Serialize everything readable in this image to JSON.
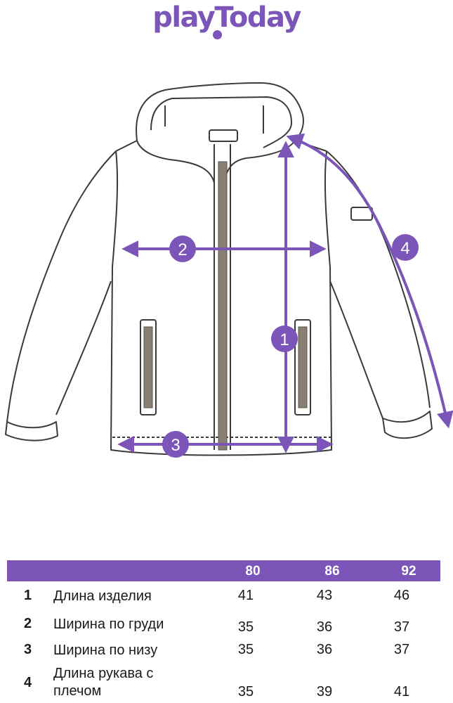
{
  "brand": {
    "logo_text": "playToday",
    "accent_color": "#7b55b8"
  },
  "diagram": {
    "markers": [
      "1",
      "2",
      "3",
      "4"
    ]
  },
  "size_table": {
    "sizes": [
      "80",
      "86",
      "92"
    ],
    "rows": [
      {
        "num": "1",
        "label": "Длина изделия",
        "values": [
          "41",
          "43",
          "46"
        ]
      },
      {
        "num": "2",
        "label": "Ширина по груди",
        "values": [
          "35",
          "36",
          "37"
        ]
      },
      {
        "num": "3",
        "label": "Ширина по низу",
        "values": [
          "35",
          "36",
          "37"
        ]
      },
      {
        "num": "4",
        "label": "Длина рукава с плечом",
        "values": [
          "35",
          "39",
          "41"
        ]
      }
    ]
  }
}
